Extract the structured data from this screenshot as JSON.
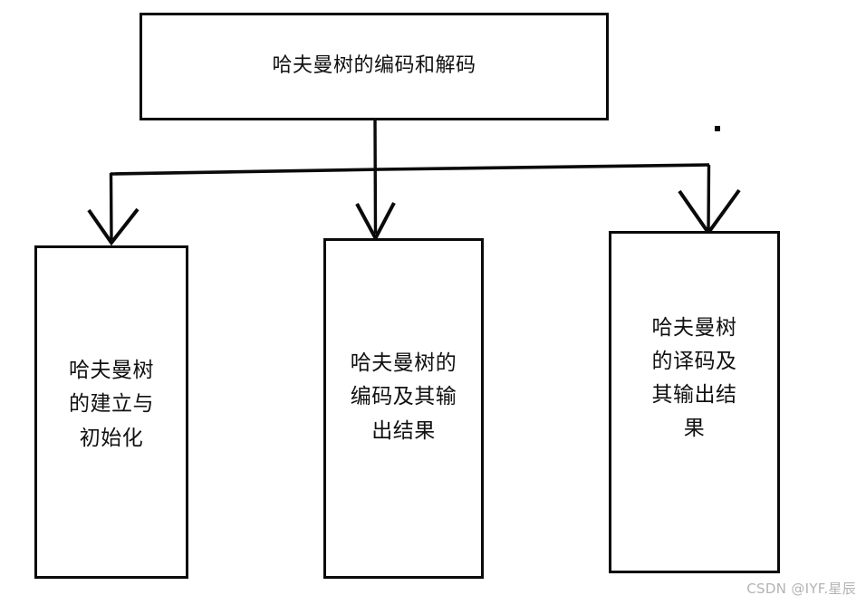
{
  "diagram": {
    "title": "哈夫曼树的编码和解码",
    "watermark": "CSDN @IYF.星辰",
    "colors": {
      "stroke": "#0a0a0a",
      "background": "#ffffff",
      "text": "#111111",
      "watermark": "#b3b3b3"
    },
    "root": {
      "label": "哈夫曼树的编码和解码"
    },
    "children": [
      {
        "label": "哈夫曼树\n的建立与\n初始化",
        "lines": [
          "哈夫曼树",
          "的建立与",
          "初始化"
        ]
      },
      {
        "label": "哈夫曼树的\n编码及其输\n出结果",
        "lines": [
          "哈夫曼树的",
          "编码及其输",
          "出结果"
        ]
      },
      {
        "label": "哈夫曼树\n的译码及\n其输出结\n果",
        "lines": [
          "哈夫曼树",
          "的译码及",
          "其输出结",
          "果"
        ]
      }
    ],
    "edges": [
      {
        "from": "root",
        "to": "child-0",
        "style": "elbow-arrow"
      },
      {
        "from": "root",
        "to": "child-1",
        "style": "straight-arrow"
      },
      {
        "from": "root",
        "to": "child-2",
        "style": "elbow-arrow"
      }
    ]
  }
}
